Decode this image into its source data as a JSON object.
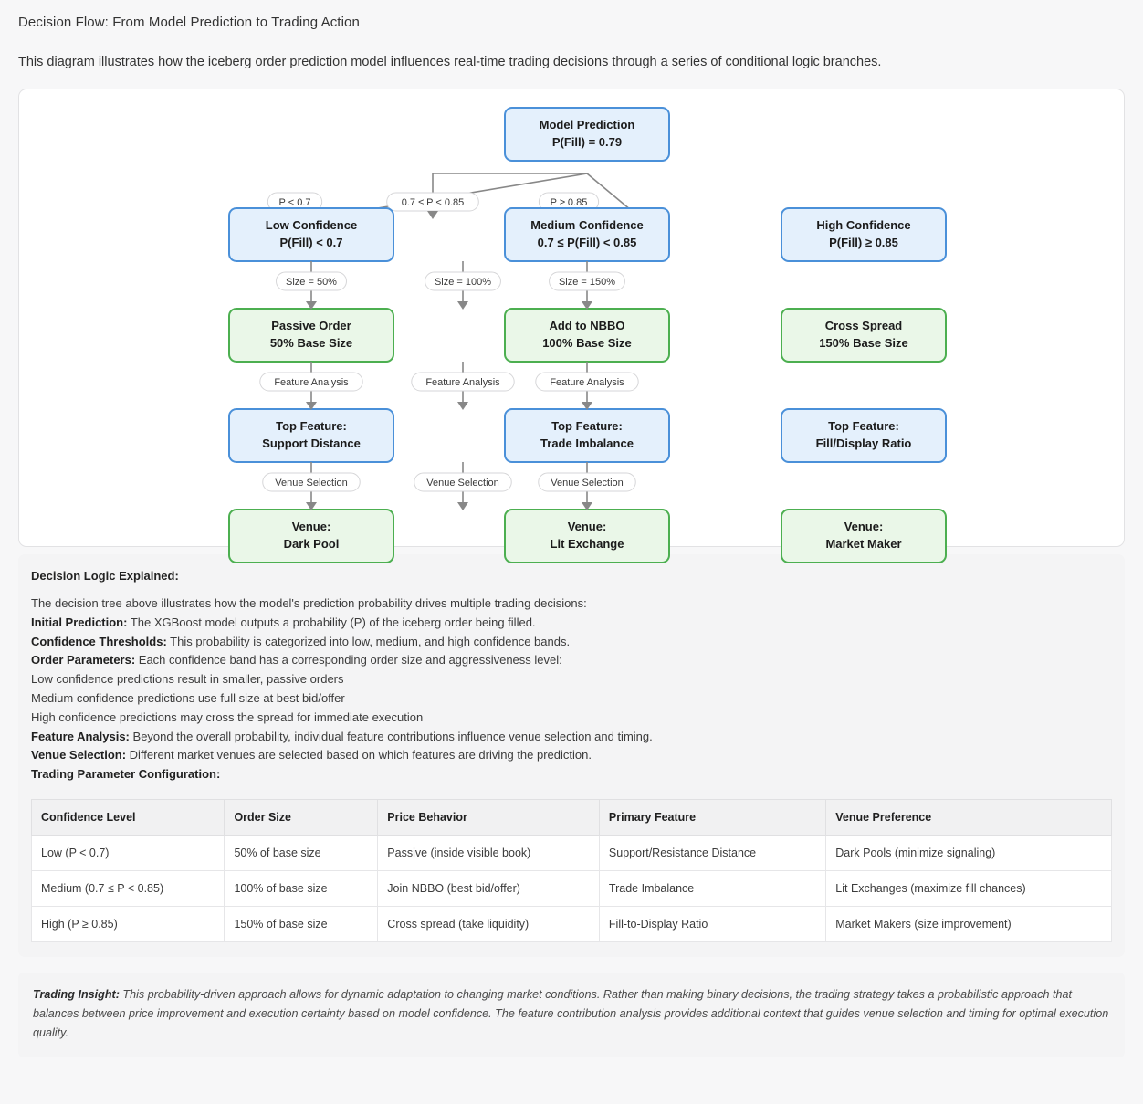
{
  "header": {
    "title": "Decision Flow: From Model Prediction to Trading Action",
    "subtitle": "This diagram illustrates how the iceberg order prediction model influences real-time trading decisions through a series of conditional logic branches."
  },
  "diagram": {
    "root": {
      "line1": "Model Prediction",
      "line2": "P(Fill) = 0.79",
      "type": "blue"
    },
    "branch_labels": [
      "P < 0.7",
      "0.7 ≤ P < 0.85",
      "P ≥ 0.85"
    ],
    "columns": [
      {
        "confidence": {
          "line1": "Low Confidence",
          "line2": "P(Fill) < 0.7",
          "type": "blue"
        },
        "size_label": "Size = 50%",
        "order": {
          "line1": "Passive Order",
          "line2": "50% Base Size",
          "type": "green"
        },
        "feature_label": "Feature Analysis",
        "feature": {
          "line1": "Top Feature:",
          "line2": "Support Distance",
          "type": "blue"
        },
        "venue_label": "Venue Selection",
        "venue": {
          "line1": "Venue:",
          "line2": "Dark Pool",
          "type": "green"
        }
      },
      {
        "confidence": {
          "line1": "Medium Confidence",
          "line2": "0.7 ≤ P(Fill) < 0.85",
          "type": "blue"
        },
        "size_label": "Size = 100%",
        "order": {
          "line1": "Add to NBBO",
          "line2": "100% Base Size",
          "type": "green"
        },
        "feature_label": "Feature Analysis",
        "feature": {
          "line1": "Top Feature:",
          "line2": "Trade Imbalance",
          "type": "blue"
        },
        "venue_label": "Venue Selection",
        "venue": {
          "line1": "Venue:",
          "line2": "Lit Exchange",
          "type": "green"
        }
      },
      {
        "confidence": {
          "line1": "High Confidence",
          "line2": "P(Fill) ≥ 0.85",
          "type": "blue"
        },
        "size_label": "Size = 150%",
        "order": {
          "line1": "Cross Spread",
          "line2": "150% Base Size",
          "type": "green"
        },
        "feature_label": "Feature Analysis",
        "feature": {
          "line1": "Top Feature:",
          "line2": "Fill/Display Ratio",
          "type": "blue"
        },
        "venue_label": "Venue Selection",
        "venue": {
          "line1": "Venue:",
          "line2": "Market Maker",
          "type": "green"
        }
      }
    ],
    "colors": {
      "blue_fill": "#e4f0fc",
      "blue_border": "#4a90d9",
      "green_fill": "#eaf7e8",
      "green_border": "#4caf50",
      "edge": "#888888"
    }
  },
  "explanation": {
    "heading": "Decision Logic Explained:",
    "lines": [
      {
        "bold": "",
        "text": "The decision tree above illustrates how the model's prediction probability drives multiple trading decisions:"
      },
      {
        "bold": "Initial Prediction:",
        "text": " The XGBoost model outputs a probability (P) of the iceberg order being filled."
      },
      {
        "bold": "Confidence Thresholds:",
        "text": " This probability is categorized into low, medium, and high confidence bands."
      },
      {
        "bold": "Order Parameters:",
        "text": " Each confidence band has a corresponding order size and aggressiveness level:"
      },
      {
        "bold": "",
        "text": "Low confidence predictions result in smaller, passive orders"
      },
      {
        "bold": "",
        "text": "Medium confidence predictions use full size at best bid/offer"
      },
      {
        "bold": "",
        "text": "High confidence predictions may cross the spread for immediate execution"
      },
      {
        "bold": "Feature Analysis:",
        "text": " Beyond the overall probability, individual feature contributions influence venue selection and timing."
      },
      {
        "bold": "Venue Selection:",
        "text": " Different market venues are selected based on which features are driving the prediction."
      },
      {
        "bold": "Trading Parameter Configuration:",
        "text": ""
      }
    ]
  },
  "table": {
    "headers": [
      "Confidence Level",
      "Order Size",
      "Price Behavior",
      "Primary Feature",
      "Venue Preference"
    ],
    "rows": [
      [
        "Low (P < 0.7)",
        "50% of base size",
        "Passive (inside visible book)",
        "Support/Resistance Distance",
        "Dark Pools (minimize signaling)"
      ],
      [
        "Medium (0.7 ≤ P < 0.85)",
        "100% of base size",
        "Join NBBO (best bid/offer)",
        "Trade Imbalance",
        "Lit Exchanges (maximize fill chances)"
      ],
      [
        "High (P ≥ 0.85)",
        "150% of base size",
        "Cross spread (take liquidity)",
        "Fill-to-Display Ratio",
        "Market Makers (size improvement)"
      ]
    ]
  },
  "insight": {
    "label": "Trading Insight:",
    "text": " This probability-driven approach allows for dynamic adaptation to changing market conditions. Rather than making binary decisions, the trading strategy takes a probabilistic approach that balances between price improvement and execution certainty based on model confidence. The feature contribution analysis provides additional context that guides venue selection and timing for optimal execution quality."
  }
}
